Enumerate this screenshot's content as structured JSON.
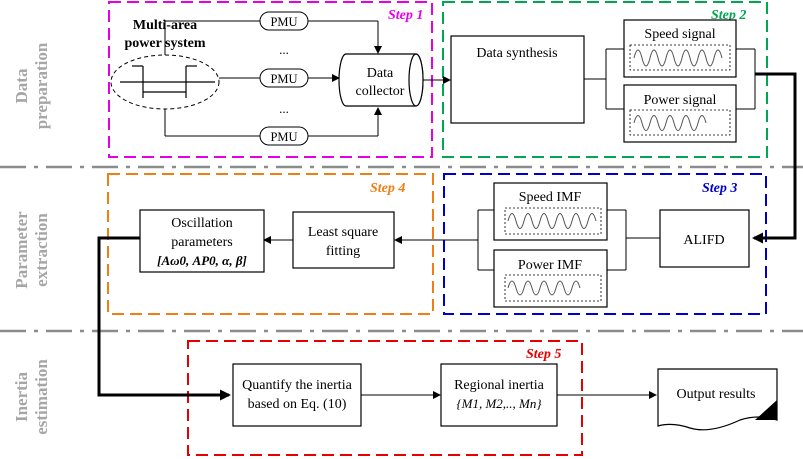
{
  "sections": {
    "preparation": [
      "Data",
      "preparation"
    ],
    "extraction": [
      "Parameter",
      "extraction"
    ],
    "estimation": [
      "Inertia",
      "estimation"
    ]
  },
  "steps": {
    "s1": "Step 1",
    "s2": "Step 2",
    "s3": "Step 3",
    "s4": "Step 4",
    "s5": "Step 5"
  },
  "step_colors": {
    "s1": "#e600e6",
    "s2": "#00a651",
    "s3": "#0000cc",
    "s4": "#f07f13",
    "s5": "#e60000"
  },
  "system": {
    "title_line1": "Multi-area",
    "title_line2": "power system"
  },
  "pmu": {
    "label": "PMU",
    "ellipsis": "..."
  },
  "collector": [
    "Data",
    "collector"
  ],
  "synthesis": "Data synthesis",
  "signals": {
    "speed": "Speed signal",
    "power": "Power signal"
  },
  "alifd": "ALIFD",
  "imf": {
    "speed": "Speed  IMF",
    "power": "Power IMF"
  },
  "fitting": [
    "Least square",
    "fitting"
  ],
  "oscillation": {
    "line1": "Oscillation",
    "line2": "parameters",
    "params": "[Aω0,  AP0,  α,  β]"
  },
  "quantify": [
    "Quantify the inertia",
    "based on Eq. (10)"
  ],
  "regional": {
    "line1": "Regional inertia",
    "line2": "{M1, M2,.., Mn}"
  },
  "output": "Output results"
}
